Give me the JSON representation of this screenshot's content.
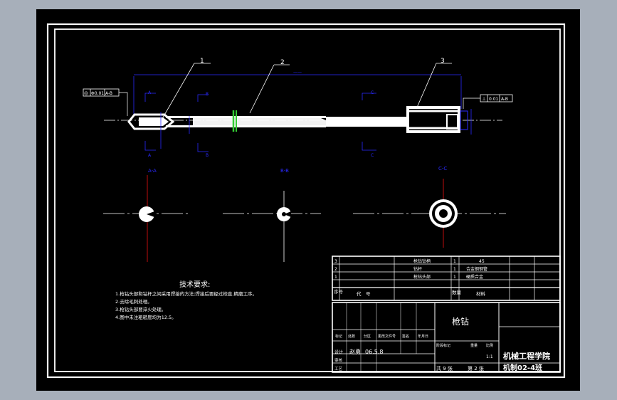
{
  "part_labels": {
    "p1": "1",
    "p2": "2",
    "p3": "3"
  },
  "tolerance_left": {
    "sym": "◎",
    "value": "Φ0.01",
    "datum": "A-B"
  },
  "tolerance_right": {
    "sym": "⊥",
    "value": "0.01",
    "datum": "A-B"
  },
  "section_labels": {
    "a": "A-A",
    "b": "B-B",
    "c": "C-C"
  },
  "section_markers": {
    "a": "A",
    "b": "B",
    "c": "C"
  },
  "tech_req": {
    "title": "技术要求:",
    "items": [
      "1.枪钻头部和钻杆之间采用焊接的方法;焊接后要经过校直,精磨工序。",
      "2.去除毛刺处理。",
      "3.枪钻头部要淬火处理。",
      "4.图中未注粗糙度均为12.5。"
    ]
  },
  "bom": {
    "rows": [
      {
        "no": "3",
        "name": "枪钻钻柄",
        "qty": "1",
        "material": "45"
      },
      {
        "no": "2",
        "name": "钻杆",
        "qty": "1",
        "material": "合金钢钢管"
      },
      {
        "no": "1",
        "name": "枪钻头部",
        "qty": "1",
        "material": "硬质合金"
      }
    ],
    "header": {
      "seq": "序号",
      "code": "代　号",
      "qty": "数量",
      "material": "材料"
    }
  },
  "title_block": {
    "part_name": "枪钻",
    "school": "机械工程学院",
    "class": "机制02-4班",
    "designer_label": "设计",
    "designer": "赵勇",
    "date": "06.5.8",
    "sheets": "共 9 张",
    "sheet_no": "第 2 张",
    "scale": "1:1",
    "labels": [
      "标记",
      "处数",
      "分区",
      "更改文件号",
      "签名",
      "年月日"
    ],
    "review_label": "审核",
    "process_label": "工艺",
    "stage_label": "阶段标记",
    "weight_label": "重量",
    "ratio_label": "比例"
  }
}
